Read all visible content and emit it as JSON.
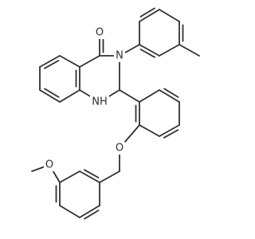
{
  "atoms": {
    "carbonyl_oxygen": "O",
    "ring_nitrogen": "N",
    "amine_nitrogen": "NH",
    "ether_oxygen": "O",
    "methoxy_oxygen": "O"
  },
  "colors": {
    "bond": "#303030",
    "background": "#ffffff",
    "label": "#303030"
  }
}
